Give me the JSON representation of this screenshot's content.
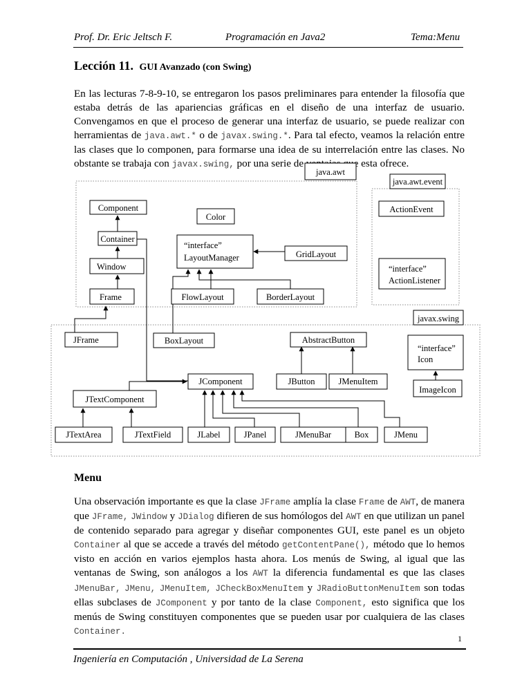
{
  "header": {
    "author": "Prof. Dr. Eric Jeltsch F.",
    "course": "Programación en Java2",
    "topic": "Tema:Menu"
  },
  "title": {
    "lesson": "Lección 11.",
    "subtitle": "GUI Avanzado (con Swing)"
  },
  "intro": {
    "t1": "En las lecturas 7-8-9-10, se entregaron los pasos preliminares para entender la filosofía que estaba detrás de las apariencias gráficas en el diseño de una interfaz de usuario. Convengamos en que el proceso de generar una interfaz de usuario, se puede realizar con herramientas de ",
    "c1": "java.awt.*",
    "t2": " o de ",
    "c2": "javax.swing.*",
    "t3": ". Para tal efecto, veamos la relación entre las clases que lo componen, para formarse una idea de su interrelación entre las clases. No obstante se trabaja con ",
    "c3": "javax.swing,",
    "t4": " por una serie de ventajas que esta ofrece."
  },
  "diagram": {
    "packages": {
      "awt": "java.awt",
      "event": "java.awt.event",
      "swing": "javax.swing"
    },
    "classes": {
      "component": "Component",
      "color": "Color",
      "container": "Container",
      "layout_manager_1": "“interface”",
      "layout_manager_2": "LayoutManager",
      "grid_layout": "GridLayout",
      "window": "Window",
      "frame": "Frame",
      "flow_layout": "FlowLayout",
      "border_layout": "BorderLayout",
      "action_event": "ActionEvent",
      "action_listener_1": "“interface”",
      "action_listener_2": "ActionListener",
      "jframe": "JFrame",
      "box_layout": "BoxLayout",
      "abstract_button": "AbstractButton",
      "icon_1": "“interface”",
      "icon_2": "Icon",
      "jcomponent": "JComponent",
      "jbutton": "JButton",
      "jmenuitem": "JMenuItem",
      "image_icon": "ImageIcon",
      "jtextcomponent": "JTextComponent",
      "jtextarea": "JTextArea",
      "jtextfield": "JTextField",
      "jlabel": "JLabel",
      "jpanel": "JPanel",
      "jmenubar": "JMenuBar",
      "box": "Box",
      "jmenu": "JMenu"
    }
  },
  "section": {
    "title": "Menu"
  },
  "menu": {
    "s1": "Una observación importante es que la clase ",
    "c1": "JFrame",
    "s2": " amplía la clase ",
    "c2": "Frame",
    "s3": " de ",
    "c3": "AWT",
    "s4": ", de manera que ",
    "c4": "JFrame,",
    "s5": " ",
    "c5": "JWindow",
    "s6": " y ",
    "c6": "JDialog",
    "s7": " difieren de sus homólogos del ",
    "c7": "AWT",
    "s8": " en que utilizan un panel de contenido separado para agregar y diseñar componentes GUI, este panel es un objeto ",
    "c8": "Container",
    "s9": " al que se accede a través del método ",
    "c9": "getContentPane(),",
    "s10": " método que lo hemos visto en acción en varios ejemplos hasta ahora. Los menús de Swing, al igual que las ventanas de Swing, son análogos a los ",
    "c10": "AWT",
    "s11": " la diferencia fundamental es que las clases ",
    "c11": "JMenuBar,",
    "s12": " ",
    "c12": "JMenu,",
    "s13": " ",
    "c13": "JMenuItem,",
    "s14": " ",
    "c14": "JCheckBoxMenuItem",
    "s15": " y ",
    "c15": "JRadioButtonMenuItem",
    "s16": " son todas ellas subclases de ",
    "c16": "JComponent",
    "s17": " y por tanto de la clase ",
    "c17": "Component,",
    "s18": " esto significa que los menús de Swing constituyen componentes que se pueden usar por cualquiera de las clases ",
    "c18": "Container.",
    "s19": ""
  },
  "footer": {
    "page": "1",
    "institution": "Ingeniería en Computación , Universidad de La Serena"
  }
}
